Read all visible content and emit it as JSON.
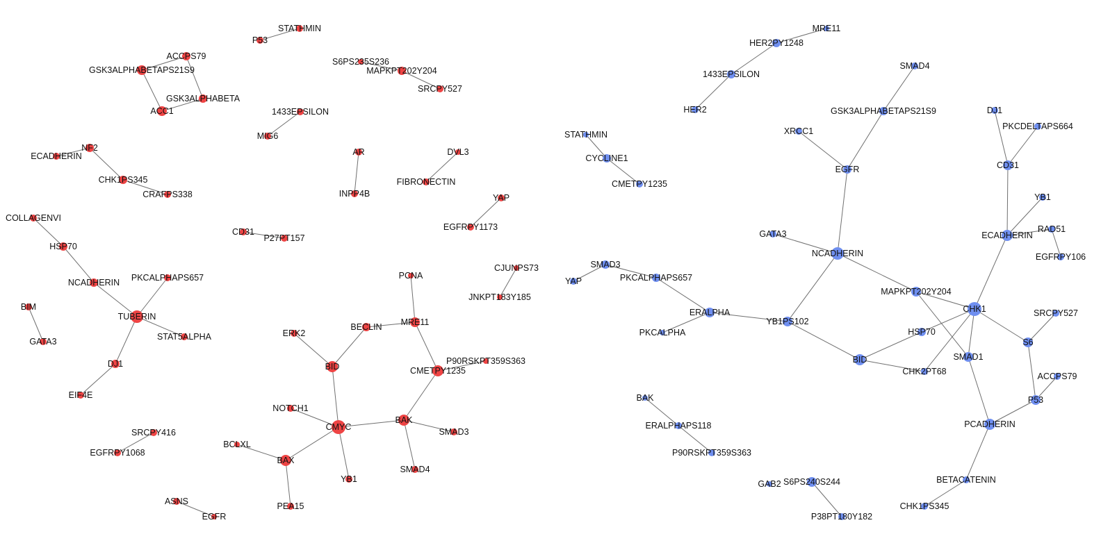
{
  "colors": {
    "red_nodes": "#ee4444",
    "blue_nodes": "#6f8ff0",
    "edges": "#6f6f6f",
    "text": "#111111"
  },
  "networks": [
    {
      "name": "red",
      "nodes": [
        {
          "id": "r_stathmin",
          "label": "STATHMIN"
        },
        {
          "id": "r_p53",
          "label": "P53"
        },
        {
          "id": "r_accps79",
          "label": "ACCPS79"
        },
        {
          "id": "r_gsk3abps21s9",
          "label": "GSK3ALPHABETAPS21S9"
        },
        {
          "id": "r_gsk3ab",
          "label": "GSK3ALPHABETA"
        },
        {
          "id": "r_acc1",
          "label": "ACC1"
        },
        {
          "id": "r_s6ps235",
          "label": "S6PS235S236"
        },
        {
          "id": "r_mapk",
          "label": "MAPKPT202Y204"
        },
        {
          "id": "r_srcpy527",
          "label": "SRCPY527"
        },
        {
          "id": "r_1433eps",
          "label": "1433EPSILON"
        },
        {
          "id": "r_mig6",
          "label": "MIG6"
        },
        {
          "id": "r_nf2",
          "label": "NF2"
        },
        {
          "id": "r_ecad",
          "label": "ECADHERIN"
        },
        {
          "id": "r_chk1ps345",
          "label": "CHK1PS345"
        },
        {
          "id": "r_crafps338",
          "label": "CRAFPS338"
        },
        {
          "id": "r_ar",
          "label": "AR"
        },
        {
          "id": "r_inpp4b",
          "label": "INPP4B"
        },
        {
          "id": "r_dvl3",
          "label": "DVL3"
        },
        {
          "id": "r_fibronectin",
          "label": "FIBRONECTIN"
        },
        {
          "id": "r_yap",
          "label": "YAP"
        },
        {
          "id": "r_egfrpy1173",
          "label": "EGFRPY1173"
        },
        {
          "id": "r_collagenvi",
          "label": "COLLAGENVI"
        },
        {
          "id": "r_hsp70",
          "label": "HSP70"
        },
        {
          "id": "r_ncad",
          "label": "NCADHERIN"
        },
        {
          "id": "r_pkcalps657",
          "label": "PKCALPHAPS657"
        },
        {
          "id": "r_tuberin",
          "label": "TUBERIN"
        },
        {
          "id": "r_stat5",
          "label": "STAT5ALPHA"
        },
        {
          "id": "r_dj1",
          "label": "DJ1"
        },
        {
          "id": "r_eif4e",
          "label": "EIF4E"
        },
        {
          "id": "r_bim",
          "label": "BIM"
        },
        {
          "id": "r_gata3",
          "label": "GATA3"
        },
        {
          "id": "r_cd31",
          "label": "CD31"
        },
        {
          "id": "r_p27",
          "label": "P27PT157"
        },
        {
          "id": "r_pcna",
          "label": "PCNA"
        },
        {
          "id": "r_cjun",
          "label": "CJUNPS73"
        },
        {
          "id": "r_jnk",
          "label": "JNKPT183Y185"
        },
        {
          "id": "r_erk2",
          "label": "ERK2"
        },
        {
          "id": "r_beclin",
          "label": "BECLIN"
        },
        {
          "id": "r_mre11",
          "label": "MRE11"
        },
        {
          "id": "r_bid",
          "label": "BID"
        },
        {
          "id": "r_p90",
          "label": "P90RSKPT359S363"
        },
        {
          "id": "r_cmet",
          "label": "CMETPY1235"
        },
        {
          "id": "r_notch1",
          "label": "NOTCH1"
        },
        {
          "id": "r_cmyc",
          "label": "CMYC"
        },
        {
          "id": "r_bak",
          "label": "BAK"
        },
        {
          "id": "r_smad3",
          "label": "SMAD3"
        },
        {
          "id": "r_bclxl",
          "label": "BCLXL"
        },
        {
          "id": "r_bax",
          "label": "BAX"
        },
        {
          "id": "r_yb1",
          "label": "YB1"
        },
        {
          "id": "r_smad4",
          "label": "SMAD4"
        },
        {
          "id": "r_srcpy416",
          "label": "SRCPY416"
        },
        {
          "id": "r_egfrpy1068",
          "label": "EGFRPY1068"
        },
        {
          "id": "r_pea15",
          "label": "PEA15"
        },
        {
          "id": "r_asns",
          "label": "ASNS"
        },
        {
          "id": "r_egfr",
          "label": "EGFR"
        }
      ],
      "edges": [
        [
          "r_stathmin",
          "r_p53"
        ],
        [
          "r_accps79",
          "r_gsk3abps21s9"
        ],
        [
          "r_accps79",
          "r_gsk3ab"
        ],
        [
          "r_gsk3abps21s9",
          "r_acc1"
        ],
        [
          "r_gsk3ab",
          "r_acc1"
        ],
        [
          "r_s6ps235",
          "r_mapk"
        ],
        [
          "r_mapk",
          "r_srcpy527"
        ],
        [
          "r_1433eps",
          "r_mig6"
        ],
        [
          "r_nf2",
          "r_ecad"
        ],
        [
          "r_nf2",
          "r_chk1ps345"
        ],
        [
          "r_chk1ps345",
          "r_crafps338"
        ],
        [
          "r_ar",
          "r_inpp4b"
        ],
        [
          "r_dvl3",
          "r_fibronectin"
        ],
        [
          "r_yap",
          "r_egfrpy1173"
        ],
        [
          "r_collagenvi",
          "r_hsp70"
        ],
        [
          "r_hsp70",
          "r_ncad"
        ],
        [
          "r_ncad",
          "r_tuberin"
        ],
        [
          "r_pkcalps657",
          "r_tuberin"
        ],
        [
          "r_tuberin",
          "r_stat5"
        ],
        [
          "r_tuberin",
          "r_dj1"
        ],
        [
          "r_dj1",
          "r_eif4e"
        ],
        [
          "r_bim",
          "r_gata3"
        ],
        [
          "r_cd31",
          "r_p27"
        ],
        [
          "r_cjun",
          "r_jnk"
        ],
        [
          "r_pcna",
          "r_mre11"
        ],
        [
          "r_beclin",
          "r_mre11"
        ],
        [
          "r_mre11",
          "r_cmet"
        ],
        [
          "r_erk2",
          "r_bid"
        ],
        [
          "r_beclin",
          "r_bid"
        ],
        [
          "r_bid",
          "r_cmyc"
        ],
        [
          "r_p90",
          "r_cmet"
        ],
        [
          "r_cmet",
          "r_bak"
        ],
        [
          "r_notch1",
          "r_cmyc"
        ],
        [
          "r_cmyc",
          "r_bak"
        ],
        [
          "r_bak",
          "r_smad3"
        ],
        [
          "r_bak",
          "r_smad4"
        ],
        [
          "r_cmyc",
          "r_bax"
        ],
        [
          "r_cmyc",
          "r_yb1"
        ],
        [
          "r_bclxl",
          "r_bax"
        ],
        [
          "r_bax",
          "r_pea15"
        ],
        [
          "r_srcpy416",
          "r_egfrpy1068"
        ],
        [
          "r_asns",
          "r_egfr"
        ]
      ]
    },
    {
      "name": "blue",
      "nodes": [
        {
          "id": "b_mre11",
          "label": "MRE11"
        },
        {
          "id": "b_her2py",
          "label": "HER2PY1248"
        },
        {
          "id": "b_1433eps",
          "label": "1433EPSILON"
        },
        {
          "id": "b_her2",
          "label": "HER2"
        },
        {
          "id": "b_smad4",
          "label": "SMAD4"
        },
        {
          "id": "b_gsk3abps21s9",
          "label": "GSK3ALPHABETAPS21S9"
        },
        {
          "id": "b_xrcc1",
          "label": "XRCC1"
        },
        {
          "id": "b_egfr",
          "label": "EGFR"
        },
        {
          "id": "b_dj1",
          "label": "DJ1"
        },
        {
          "id": "b_pkcdelta",
          "label": "PKCDELTAPS664"
        },
        {
          "id": "b_cd31",
          "label": "CD31"
        },
        {
          "id": "b_stathmin",
          "label": "STATHMIN"
        },
        {
          "id": "b_cyclin",
          "label": "CYCLINE1"
        },
        {
          "id": "b_cmet",
          "label": "CMETPY1235"
        },
        {
          "id": "b_yb1",
          "label": "YB1"
        },
        {
          "id": "b_ecad",
          "label": "ECADHERIN"
        },
        {
          "id": "b_rad51",
          "label": "RAD51"
        },
        {
          "id": "b_egfrpy106",
          "label": "EGFRPY106"
        },
        {
          "id": "b_gata3",
          "label": "GATA3"
        },
        {
          "id": "b_ncad",
          "label": "NCADHERIN"
        },
        {
          "id": "b_smad3",
          "label": "SMAD3"
        },
        {
          "id": "b_yap",
          "label": "YAP"
        },
        {
          "id": "b_pkcalps657",
          "label": "PKCALPHAPS657"
        },
        {
          "id": "b_mapk",
          "label": "MAPKPT202Y204"
        },
        {
          "id": "b_chk1",
          "label": "CHK1"
        },
        {
          "id": "b_eralpha",
          "label": "ERALPHA"
        },
        {
          "id": "b_yb1ps102",
          "label": "YB1PS102"
        },
        {
          "id": "b_srcpy527",
          "label": "SRCPY527"
        },
        {
          "id": "b_pkcalpha",
          "label": "PKCALPHA"
        },
        {
          "id": "b_hsp70",
          "label": "HSP70"
        },
        {
          "id": "b_s6",
          "label": "S6"
        },
        {
          "id": "b_smad1",
          "label": "SMAD1"
        },
        {
          "id": "b_bid",
          "label": "BID"
        },
        {
          "id": "b_chk2",
          "label": "CHK2PT68"
        },
        {
          "id": "b_accps79",
          "label": "ACCPS79"
        },
        {
          "id": "b_bak",
          "label": "BAK"
        },
        {
          "id": "b_p53",
          "label": "P53"
        },
        {
          "id": "b_eralphaps118",
          "label": "ERALPHAPS118"
        },
        {
          "id": "b_pcad",
          "label": "PCADHERIN"
        },
        {
          "id": "b_p90",
          "label": "P90RSKPT359S363"
        },
        {
          "id": "b_betacat",
          "label": "BETACATENIN"
        },
        {
          "id": "b_gab2",
          "label": "GAB2"
        },
        {
          "id": "b_s6ps240",
          "label": "S6PS240S244"
        },
        {
          "id": "b_chk1ps345",
          "label": "CHK1PS345"
        },
        {
          "id": "b_p38",
          "label": "P38PT180Y182"
        }
      ],
      "edges": [
        [
          "b_mre11",
          "b_her2py"
        ],
        [
          "b_her2py",
          "b_1433eps"
        ],
        [
          "b_1433eps",
          "b_her2"
        ],
        [
          "b_smad4",
          "b_gsk3abps21s9"
        ],
        [
          "b_gsk3abps21s9",
          "b_egfr"
        ],
        [
          "b_xrcc1",
          "b_egfr"
        ],
        [
          "b_egfr",
          "b_ncad"
        ],
        [
          "b_dj1",
          "b_cd31"
        ],
        [
          "b_pkcdelta",
          "b_cd31"
        ],
        [
          "b_cd31",
          "b_ecad"
        ],
        [
          "b_stathmin",
          "b_cyclin"
        ],
        [
          "b_cyclin",
          "b_cmet"
        ],
        [
          "b_yb1",
          "b_ecad"
        ],
        [
          "b_rad51",
          "b_ecad"
        ],
        [
          "b_rad51",
          "b_egfrpy106"
        ],
        [
          "b_ecad",
          "b_chk1"
        ],
        [
          "b_gata3",
          "b_ncad"
        ],
        [
          "b_ncad",
          "b_mapk"
        ],
        [
          "b_ncad",
          "b_yb1ps102"
        ],
        [
          "b_smad3",
          "b_yap"
        ],
        [
          "b_smad3",
          "b_pkcalps657"
        ],
        [
          "b_pkcalps657",
          "b_eralpha"
        ],
        [
          "b_eralpha",
          "b_yb1ps102"
        ],
        [
          "b_eralpha",
          "b_pkcalpha"
        ],
        [
          "b_mapk",
          "b_chk1"
        ],
        [
          "b_mapk",
          "b_smad1"
        ],
        [
          "b_chk1",
          "b_hsp70"
        ],
        [
          "b_chk1",
          "b_chk2"
        ],
        [
          "b_chk1",
          "b_smad1"
        ],
        [
          "b_chk1",
          "b_s6"
        ],
        [
          "b_srcpy527",
          "b_s6"
        ],
        [
          "b_s6",
          "b_p53"
        ],
        [
          "b_hsp70",
          "b_bid"
        ],
        [
          "b_yb1ps102",
          "b_bid"
        ],
        [
          "b_bid",
          "b_chk2"
        ],
        [
          "b_smad1",
          "b_pcad"
        ],
        [
          "b_accps79",
          "b_p53"
        ],
        [
          "b_p53",
          "b_pcad"
        ],
        [
          "b_pcad",
          "b_betacat"
        ],
        [
          "b_betacat",
          "b_chk1ps345"
        ],
        [
          "b_bak",
          "b_eralphaps118"
        ],
        [
          "b_eralphaps118",
          "b_p90"
        ],
        [
          "b_s6ps240",
          "b_p38"
        ]
      ]
    }
  ]
}
